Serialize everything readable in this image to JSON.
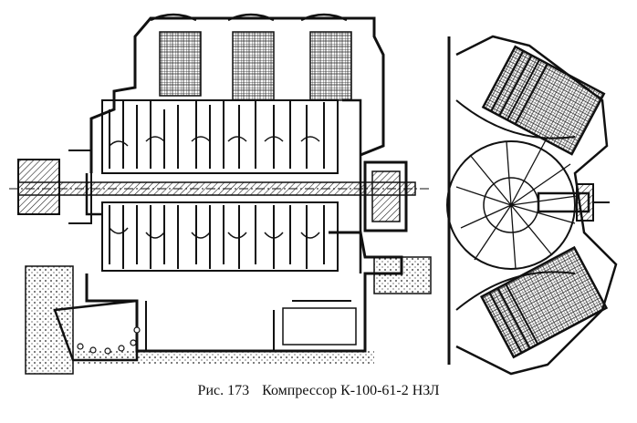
{
  "caption": {
    "prefix": "Рис.",
    "number": "173",
    "title": "Компрессор К-100-61-2 НЗЛ"
  }
}
